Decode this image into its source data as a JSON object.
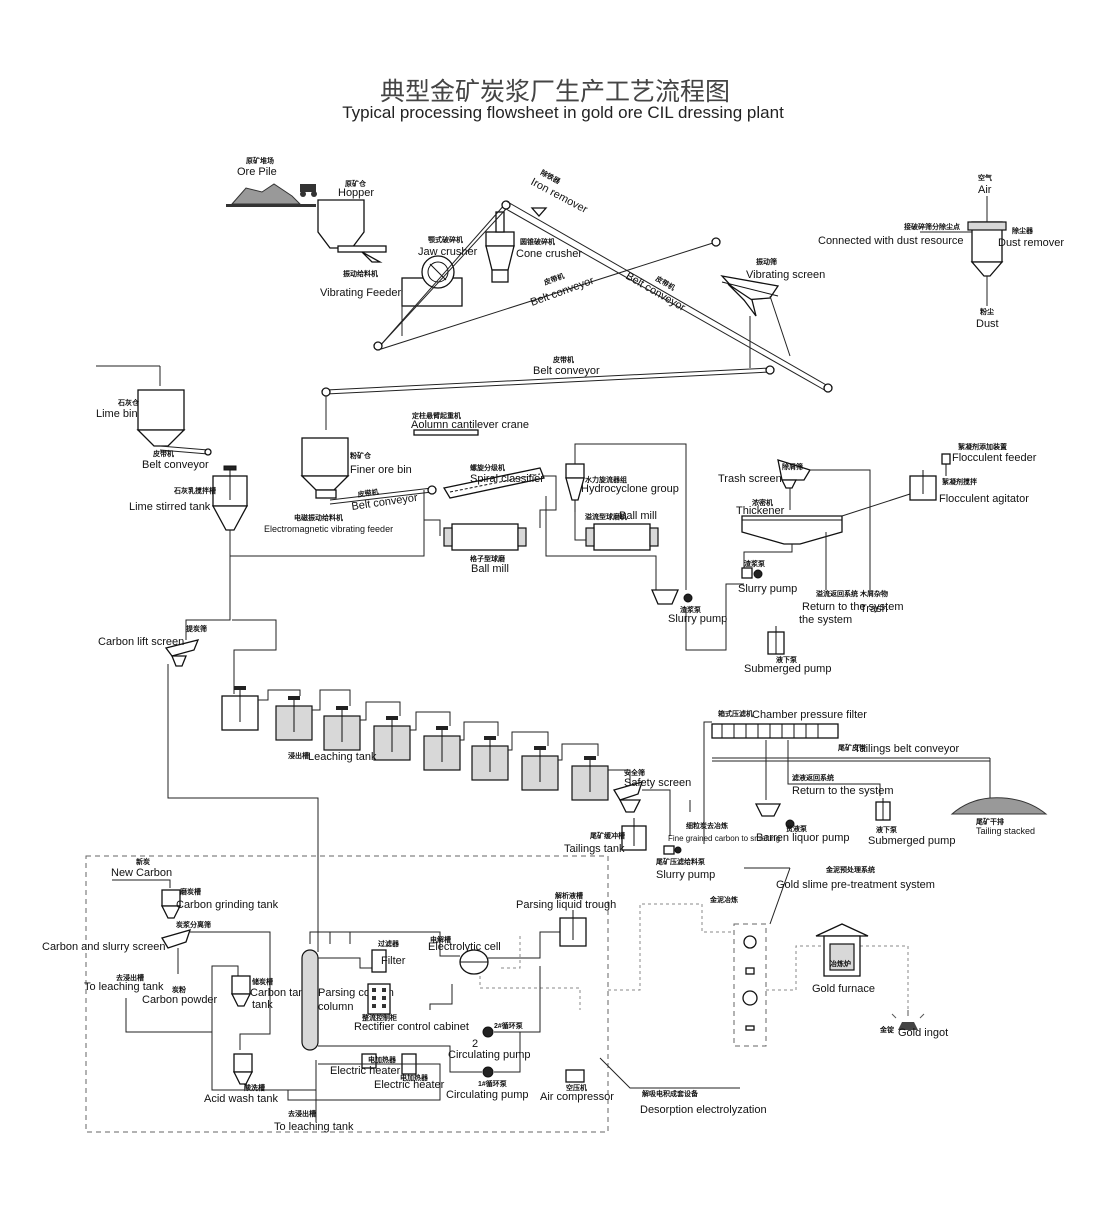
{
  "title_cn": "典型金矿炭浆厂生产工艺流程图",
  "title_en": "Typical processing flowsheet in gold ore CIL dressing plant",
  "labels": {
    "ore_pile": {
      "cn": "原矿堆场",
      "en": "Ore Pile"
    },
    "hopper": {
      "cn": "原矿仓",
      "en": "Hopper"
    },
    "vibrating_feeder": {
      "cn": "振动给料机",
      "en": "Vibrating Feeder"
    },
    "jaw_crusher": {
      "cn": "颚式破碎机",
      "en": "Jaw crusher"
    },
    "cone_crusher": {
      "cn": "圆锥破碎机",
      "en": "Cone crusher"
    },
    "iron_remover": {
      "cn": "除铁器",
      "en": "Iron remover"
    },
    "belt_conveyor_1": {
      "cn": "皮带机",
      "en": "Belt conveyor"
    },
    "belt_conveyor_2": {
      "cn": "皮带机",
      "en": "Belt conveyor"
    },
    "vibrating_screen": {
      "cn": "振动筛",
      "en": "Vibrating screen"
    },
    "belt_conveyor_3": {
      "cn": "皮带机",
      "en": "Belt conveyor"
    },
    "air": {
      "cn": "空气",
      "en": "Air"
    },
    "dust_remover": {
      "cn": "除尘器",
      "en": "Dust remover"
    },
    "dust_resource": {
      "cn": "接破碎筛分除尘点",
      "en": "Connected with dust resource"
    },
    "dust": {
      "cn": "粉尘",
      "en": "Dust"
    },
    "lime_bin": {
      "cn": "石灰仓",
      "en": "Lime bin"
    },
    "belt_conveyor_4": {
      "cn": "皮带机",
      "en": "Belt conveyor"
    },
    "lime_tank": {
      "cn": "石灰乳搅拌槽",
      "en": "Lime stirred tank"
    },
    "crane": {
      "cn": "定柱悬臂起重机",
      "en": "Aolumn cantilever crane"
    },
    "finer_bin": {
      "cn": "粉矿仓",
      "en": "Finer ore bin"
    },
    "em_feeder": {
      "cn": "电磁振动给料机",
      "en": "Electromagnetic vibrating feeder"
    },
    "belt_conveyor_5": {
      "cn": "皮带机",
      "en": "Belt conveyor"
    },
    "spiral": {
      "cn": "螺旋分级机",
      "en": "Spiral classifier"
    },
    "ball_mill_1": {
      "cn": "格子型球磨",
      "en": "Ball mill"
    },
    "hydrocyclone": {
      "cn": "水力旋流器组",
      "en": "Hydrocyclone group"
    },
    "ball_mill_2": {
      "cn": "溢流型球磨机",
      "en": "Ball mill"
    },
    "slurry_pump_1": {
      "cn": "渣浆泵",
      "en": "Slurry pump"
    },
    "trash_screen": {
      "cn": "除屑筛",
      "en": "Trash screen"
    },
    "thickener": {
      "cn": "浓密机",
      "en": "Thickener"
    },
    "slurry_pump_2": {
      "cn": "渣浆泵",
      "en": "Slurry pump"
    },
    "return_1": {
      "cn": "溢流返回系统",
      "en": "Return to the system"
    },
    "trash": {
      "cn": "木屑杂物",
      "en": "Trash"
    },
    "flocculent_feeder": {
      "cn": "絮凝剂添加装置",
      "en": "Flocculent feeder"
    },
    "flocculent_agitator": {
      "cn": "絮凝剂搅拌",
      "en": "Flocculent agitator"
    },
    "carbon_lift": {
      "cn": "提炭筛",
      "en": "Carbon lift screen"
    },
    "submerged_1": {
      "cn": "液下泵",
      "en": "Submerged pump"
    },
    "leaching": {
      "cn": "浸出槽",
      "en": "Leaching tank"
    },
    "chamber_filter": {
      "cn": "箱式压滤机",
      "en": "Chamber pressure filter"
    },
    "tailings_belt": {
      "cn": "尾矿皮带",
      "en": "Tailings belt conveyor"
    },
    "safety_screen": {
      "cn": "安全筛",
      "en": "Safety screen"
    },
    "return_2": {
      "cn": "滤液返回系统",
      "en": "Return to the system"
    },
    "tailing_stacked": {
      "cn": "尾矿干排",
      "en": "Tailing stacked"
    },
    "tailings_tank": {
      "cn": "尾矿缓冲槽",
      "en": "Tailings tank"
    },
    "fine_carbon": {
      "cn": "细粒炭去冶炼",
      "en": "Fine grained carbon to smelting"
    },
    "barren_pump": {
      "cn": "贫液泵",
      "en": "Barren liquor pump"
    },
    "submerged_2": {
      "cn": "液下泵",
      "en": "Submerged pump"
    },
    "slurry_pump_3": {
      "cn": "尾矿压滤给料泵",
      "en": "Slurry pump"
    },
    "new_carbon": {
      "cn": "新炭",
      "en": "New Carbon"
    },
    "carbon_grinding": {
      "cn": "磨炭槽",
      "en": "Carbon grinding tank"
    },
    "carbon_slurry_screen": {
      "cn": "炭浆分离筛",
      "en": "Carbon and slurry screen"
    },
    "to_leaching_1": {
      "cn": "去浸出槽",
      "en": "To leaching tank"
    },
    "carbon_powder": {
      "cn": "炭粉",
      "en": "Carbon powder"
    },
    "carbon_tank": {
      "cn": "储炭槽",
      "en": "Carbon tank"
    },
    "acid_wash": {
      "cn": "酸洗槽",
      "en": "Acid wash tank"
    },
    "to_leaching_2": {
      "cn": "去浸出槽",
      "en": "To leaching tank"
    },
    "parsing_column": {
      "cn": "解析柱",
      "en": "Parsing column"
    },
    "filter": {
      "cn": "过滤器",
      "en": "Filter"
    },
    "electrolytic": {
      "cn": "电解槽",
      "en": "Electrolytic cell"
    },
    "parsing_trough": {
      "cn": "解析液槽",
      "en": "Parsing liquid trough"
    },
    "rectifier": {
      "cn": "整流控制柜",
      "en": "Rectifier control cabinet"
    },
    "circ_pump_2": {
      "cn": "2#循环泵",
      "en": "Circulating pump"
    },
    "circ_pump_1": {
      "cn": "1#循环泵",
      "en": "Circulating pump"
    },
    "electric_heater_1": {
      "cn": "电加热器",
      "en": "Electric heater"
    },
    "electric_heater_2": {
      "cn": "电加热器",
      "en": "Electric heater"
    },
    "air_compressor": {
      "cn": "空压机",
      "en": "Air compressor"
    },
    "desorption": {
      "cn": "解吸电积成套设备",
      "en": "Desorption electrolyzation"
    },
    "gold_mud": {
      "cn": "金泥冶炼",
      "en": ""
    },
    "gold_slime": {
      "cn": "金泥预处理系统",
      "en": "Gold slime pre-treatment system"
    },
    "gold_furnace": {
      "cn": "冶炼炉",
      "en": "Gold furnace"
    },
    "gold_ingot": {
      "cn": "金锭",
      "en": "Gold ingot"
    }
  }
}
